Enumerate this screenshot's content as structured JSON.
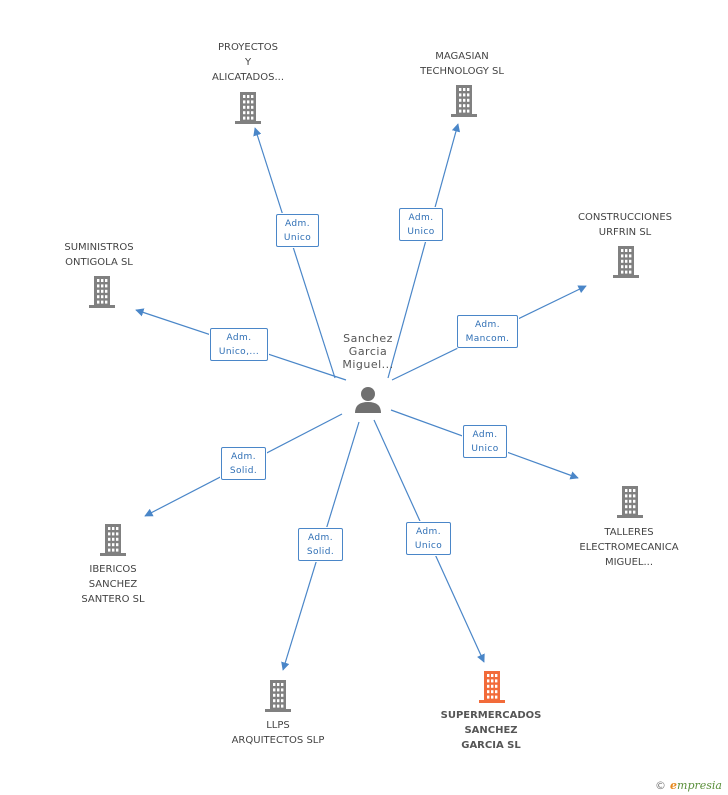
{
  "center": {
    "label": "Sanchez\nGarcia\nMiguel...",
    "icon": "person-icon"
  },
  "nodes": [
    {
      "id": "proyectos",
      "label": "PROYECTOS\nY\nALICATADOS...",
      "relation": "Adm.\nUnico",
      "icon": "building-icon"
    },
    {
      "id": "magasian",
      "label": "MAGASIAN\nTECHNOLOGY SL",
      "relation": "Adm.\nUnico",
      "icon": "building-icon"
    },
    {
      "id": "construcciones",
      "label": "CONSTRUCCIONES\nURFRIN SL",
      "relation": "Adm.\nMancom.",
      "icon": "building-icon"
    },
    {
      "id": "suministros",
      "label": "SUMINISTROS\nONTIGOLA SL",
      "relation": "Adm.\nUnico,...",
      "icon": "building-icon"
    },
    {
      "id": "talleres",
      "label": "TALLERES\nELECTROMECANICA\nMIGUEL...",
      "relation": "Adm.\nUnico",
      "icon": "building-icon"
    },
    {
      "id": "ibericos",
      "label": "IBERICOS\nSANCHEZ\nSANTERO SL",
      "relation": "Adm.\nSolid.",
      "icon": "building-icon"
    },
    {
      "id": "llps",
      "label": "LLPS\nARQUITECTOS SLP",
      "relation": "Adm.\nSolid.",
      "icon": "building-icon"
    },
    {
      "id": "supermercados",
      "label": "SUPERMERCADOS\nSANCHEZ\nGARCIA SL",
      "relation": "Adm.\nUnico",
      "icon": "building-icon",
      "highlight": true
    }
  ],
  "colors": {
    "edge": "#4a86c8",
    "building": "#808080",
    "highlight": "#f26b3a",
    "person": "#707070"
  },
  "brand": {
    "copyright": "©",
    "initial": "e",
    "name": "mpresia"
  }
}
